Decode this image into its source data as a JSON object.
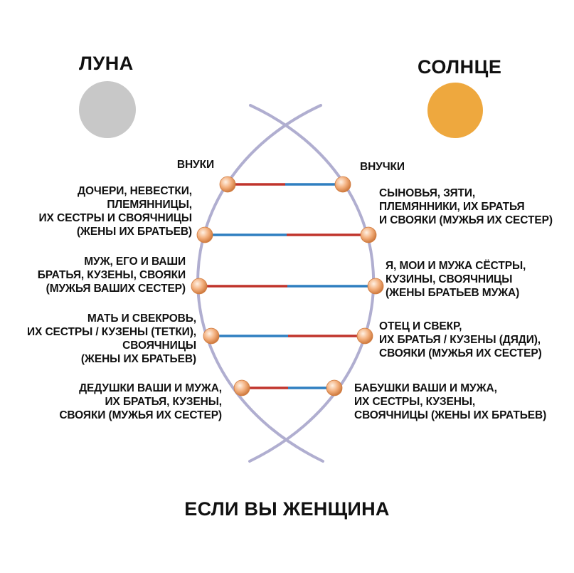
{
  "headings": {
    "moon": "ЛУНА",
    "sun": "СОЛНЦЕ"
  },
  "footer": "ЕСЛИ ВЫ ЖЕНЩИНА",
  "labels": {
    "left": [
      "ВНУКИ",
      "ДОЧЕРИ, НЕВЕСТКИ,\nПЛЕМЯННИЦЫ,\nИХ СЕСТРЫ И СВОЯЧНИЦЫ\n(ЖЕНЫ ИХ БРАТЬЕВ)",
      "МУЖ, ЕГО И ВАШИ\nБРАТЬЯ, КУЗЕНЫ, СВОЯКИ\n(МУЖЬЯ ВАШИХ СЕСТЕР)",
      "МАТЬ И СВЕКРОВЬ,\nИХ СЕСТРЫ / КУЗЕНЫ (ТЕТКИ),\nСВОЯЧНИЦЫ\n(ЖЕНЫ ИХ БРАТЬЕВ)",
      "ДЕДУШКИ ВАШИ И МУЖА,\nИХ БРАТЬЯ, КУЗЕНЫ,\nСВОЯКИ (МУЖЬЯ ИХ СЕСТЕР)"
    ],
    "right": [
      "ВНУЧКИ",
      "СЫНОВЬЯ, ЗЯТИ,\nПЛЕМЯННИКИ, ИХ БРАТЬЯ\nИ СВОЯКИ (МУЖЬЯ ИХ СЕСТЕР)",
      "Я, МОИ И МУЖА СЁСТРЫ,\nКУЗИНЫ, СВОЯЧНИЦЫ\n (ЖЕНЫ БРАТЬЕВ МУЖА)",
      "ОТЕЦ И СВЕКР,\nИХ БРАТЬЯ / КУЗЕНЫ (ДЯДИ),\nСВОЯКИ (МУЖЬЯ ИХ СЕСТЕР)",
      "БАБУШКИ ВАШИ И МУЖА,\nИХ СЕСТРЫ, КУЗЕНЫ,\nСВОЯЧНИЦЫ (ЖЕНЫ ИХ БРАТЬЕВ)"
    ]
  },
  "rungs": [
    {
      "left_color": "#c0342c",
      "right_color": "#2f7fc0"
    },
    {
      "left_color": "#2f7fc0",
      "right_color": "#c0342c"
    },
    {
      "left_color": "#c0342c",
      "right_color": "#2f7fc0"
    },
    {
      "left_color": "#2f7fc0",
      "right_color": "#c0342c"
    },
    {
      "left_color": "#c0342c",
      "right_color": "#2f7fc0"
    }
  ],
  "colors": {
    "moon": "#c8c8c8",
    "sun": "#eea83e",
    "strand": "#b0aed0",
    "bead": "#f3b07e",
    "bead_highlight": "#fff1e4",
    "bead_edge": "#cf7a3e"
  }
}
